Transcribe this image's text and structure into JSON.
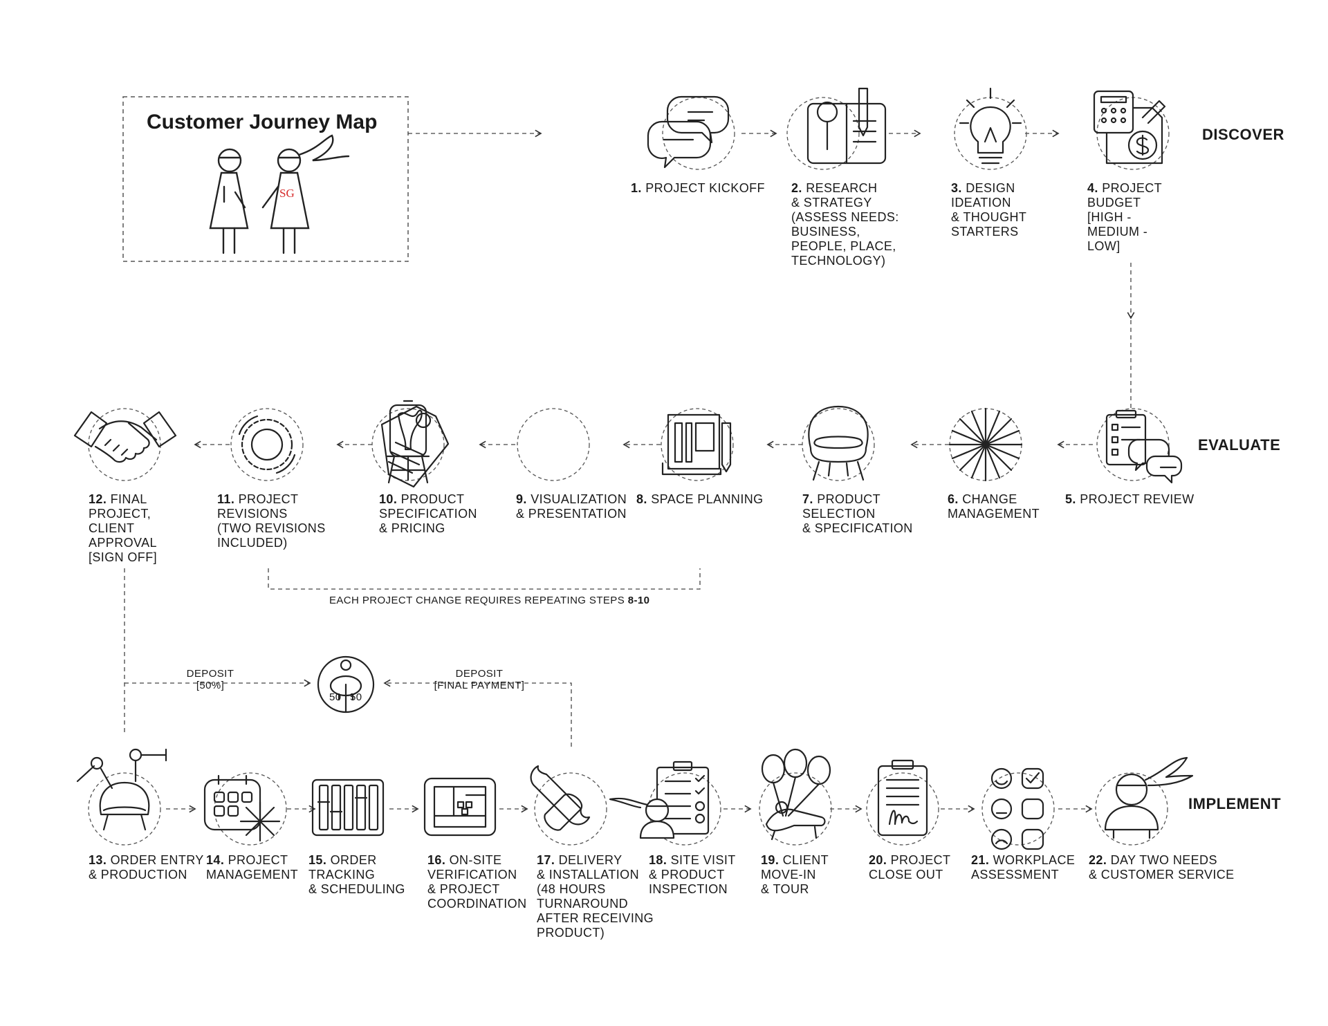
{
  "title": "Customer Journey Map",
  "logo_text": "SG",
  "accent_color": "#d62b2b",
  "phases": {
    "discover": "DISCOVER",
    "evaluate": "EVALUATE",
    "implement": "IMPLEMENT"
  },
  "steps": {
    "s1": {
      "num": "1.",
      "lines": [
        "PROJECT KICKOFF"
      ]
    },
    "s2": {
      "num": "2.",
      "lines": [
        "RESEARCH",
        "& STRATEGY",
        "(ASSESS NEEDS:",
        "BUSINESS,",
        "PEOPLE, PLACE,",
        "TECHNOLOGY)"
      ]
    },
    "s3": {
      "num": "3.",
      "lines": [
        "DESIGN",
        "IDEATION",
        "& THOUGHT",
        "STARTERS"
      ]
    },
    "s4": {
      "num": "4.",
      "lines": [
        "PROJECT",
        "BUDGET",
        "[HIGH -",
        "MEDIUM -",
        "LOW]"
      ]
    },
    "s5": {
      "num": "5.",
      "lines": [
        "PROJECT REVIEW"
      ]
    },
    "s6": {
      "num": "6.",
      "lines": [
        "CHANGE",
        "MANAGEMENT"
      ]
    },
    "s7": {
      "num": "7.",
      "lines": [
        "PRODUCT",
        "SELECTION",
        "& SPECIFICATION"
      ]
    },
    "s8": {
      "num": "8.",
      "lines": [
        "SPACE PLANNING"
      ]
    },
    "s9": {
      "num": "9.",
      "lines": [
        "VISUALIZATION",
        "& PRESENTATION"
      ]
    },
    "s10": {
      "num": "10.",
      "lines": [
        "PRODUCT",
        "SPECIFICATION",
        "& PRICING"
      ]
    },
    "s11": {
      "num": "11.",
      "lines": [
        "PROJECT",
        "REVISIONS",
        "(TWO REVISIONS",
        "INCLUDED)"
      ]
    },
    "s12": {
      "num": "12.",
      "lines": [
        "FINAL",
        "PROJECT,",
        "CLIENT",
        "APPROVAL",
        "[SIGN OFF]"
      ]
    },
    "s13": {
      "num": "13.",
      "lines": [
        "ORDER ENTRY",
        "& PRODUCTION"
      ]
    },
    "s14": {
      "num": "14.",
      "lines": [
        "PROJECT",
        "MANAGEMENT"
      ]
    },
    "s15": {
      "num": "15.",
      "lines": [
        "ORDER",
        "TRACKING",
        "& SCHEDULING"
      ]
    },
    "s16": {
      "num": "16.",
      "lines": [
        "ON-SITE",
        "VERIFICATION",
        "& PROJECT",
        "COORDINATION"
      ]
    },
    "s17": {
      "num": "17.",
      "lines": [
        "DELIVERY",
        "& INSTALLATION",
        "(48 HOURS",
        "TURNAROUND",
        "AFTER RECEIVING",
        "PRODUCT)"
      ]
    },
    "s18": {
      "num": "18.",
      "lines": [
        "SITE VISIT",
        "& PRODUCT",
        "INSPECTION"
      ]
    },
    "s19": {
      "num": "19.",
      "lines": [
        "CLIENT",
        "MOVE-IN",
        "& TOUR"
      ]
    },
    "s20": {
      "num": "20.",
      "lines": [
        "PROJECT",
        "CLOSE OUT"
      ]
    },
    "s21": {
      "num": "21.",
      "lines": [
        "WORKPLACE",
        "ASSESSMENT"
      ]
    },
    "s22": {
      "num": "22.",
      "lines": [
        "DAY TWO NEEDS",
        "& CUSTOMER SERVICE"
      ]
    }
  },
  "repeat_note": {
    "text": "EACH PROJECT CHANGE REQUIRES REPEATING STEPS",
    "steps": "8-10"
  },
  "deposit_left": {
    "line1": "DEPOSIT",
    "line2": "[50%]"
  },
  "deposit_right": {
    "line1": "DEPOSIT",
    "line2": "[FINAL PAYMENT]"
  },
  "piggy": {
    "left": "50",
    "right": "50"
  },
  "icons": [
    "chat-bubbles-icon",
    "research-book-icon",
    "lightbulb-icon",
    "calculator-budget-icon",
    "clipboard-chat-icon",
    "starburst-icon",
    "lounge-chair-icon",
    "floorplan-icon",
    "easel-icon",
    "price-tag-icon",
    "gear-icon",
    "handshake-icon",
    "robot-arm-chair-icon",
    "calendar-icon",
    "tracking-bars-icon",
    "site-plan-icon",
    "wrench-icon",
    "checklist-person-icon",
    "balloons-lounger-icon",
    "contract-signature-icon",
    "emoji-faces-icon",
    "person-icon"
  ]
}
